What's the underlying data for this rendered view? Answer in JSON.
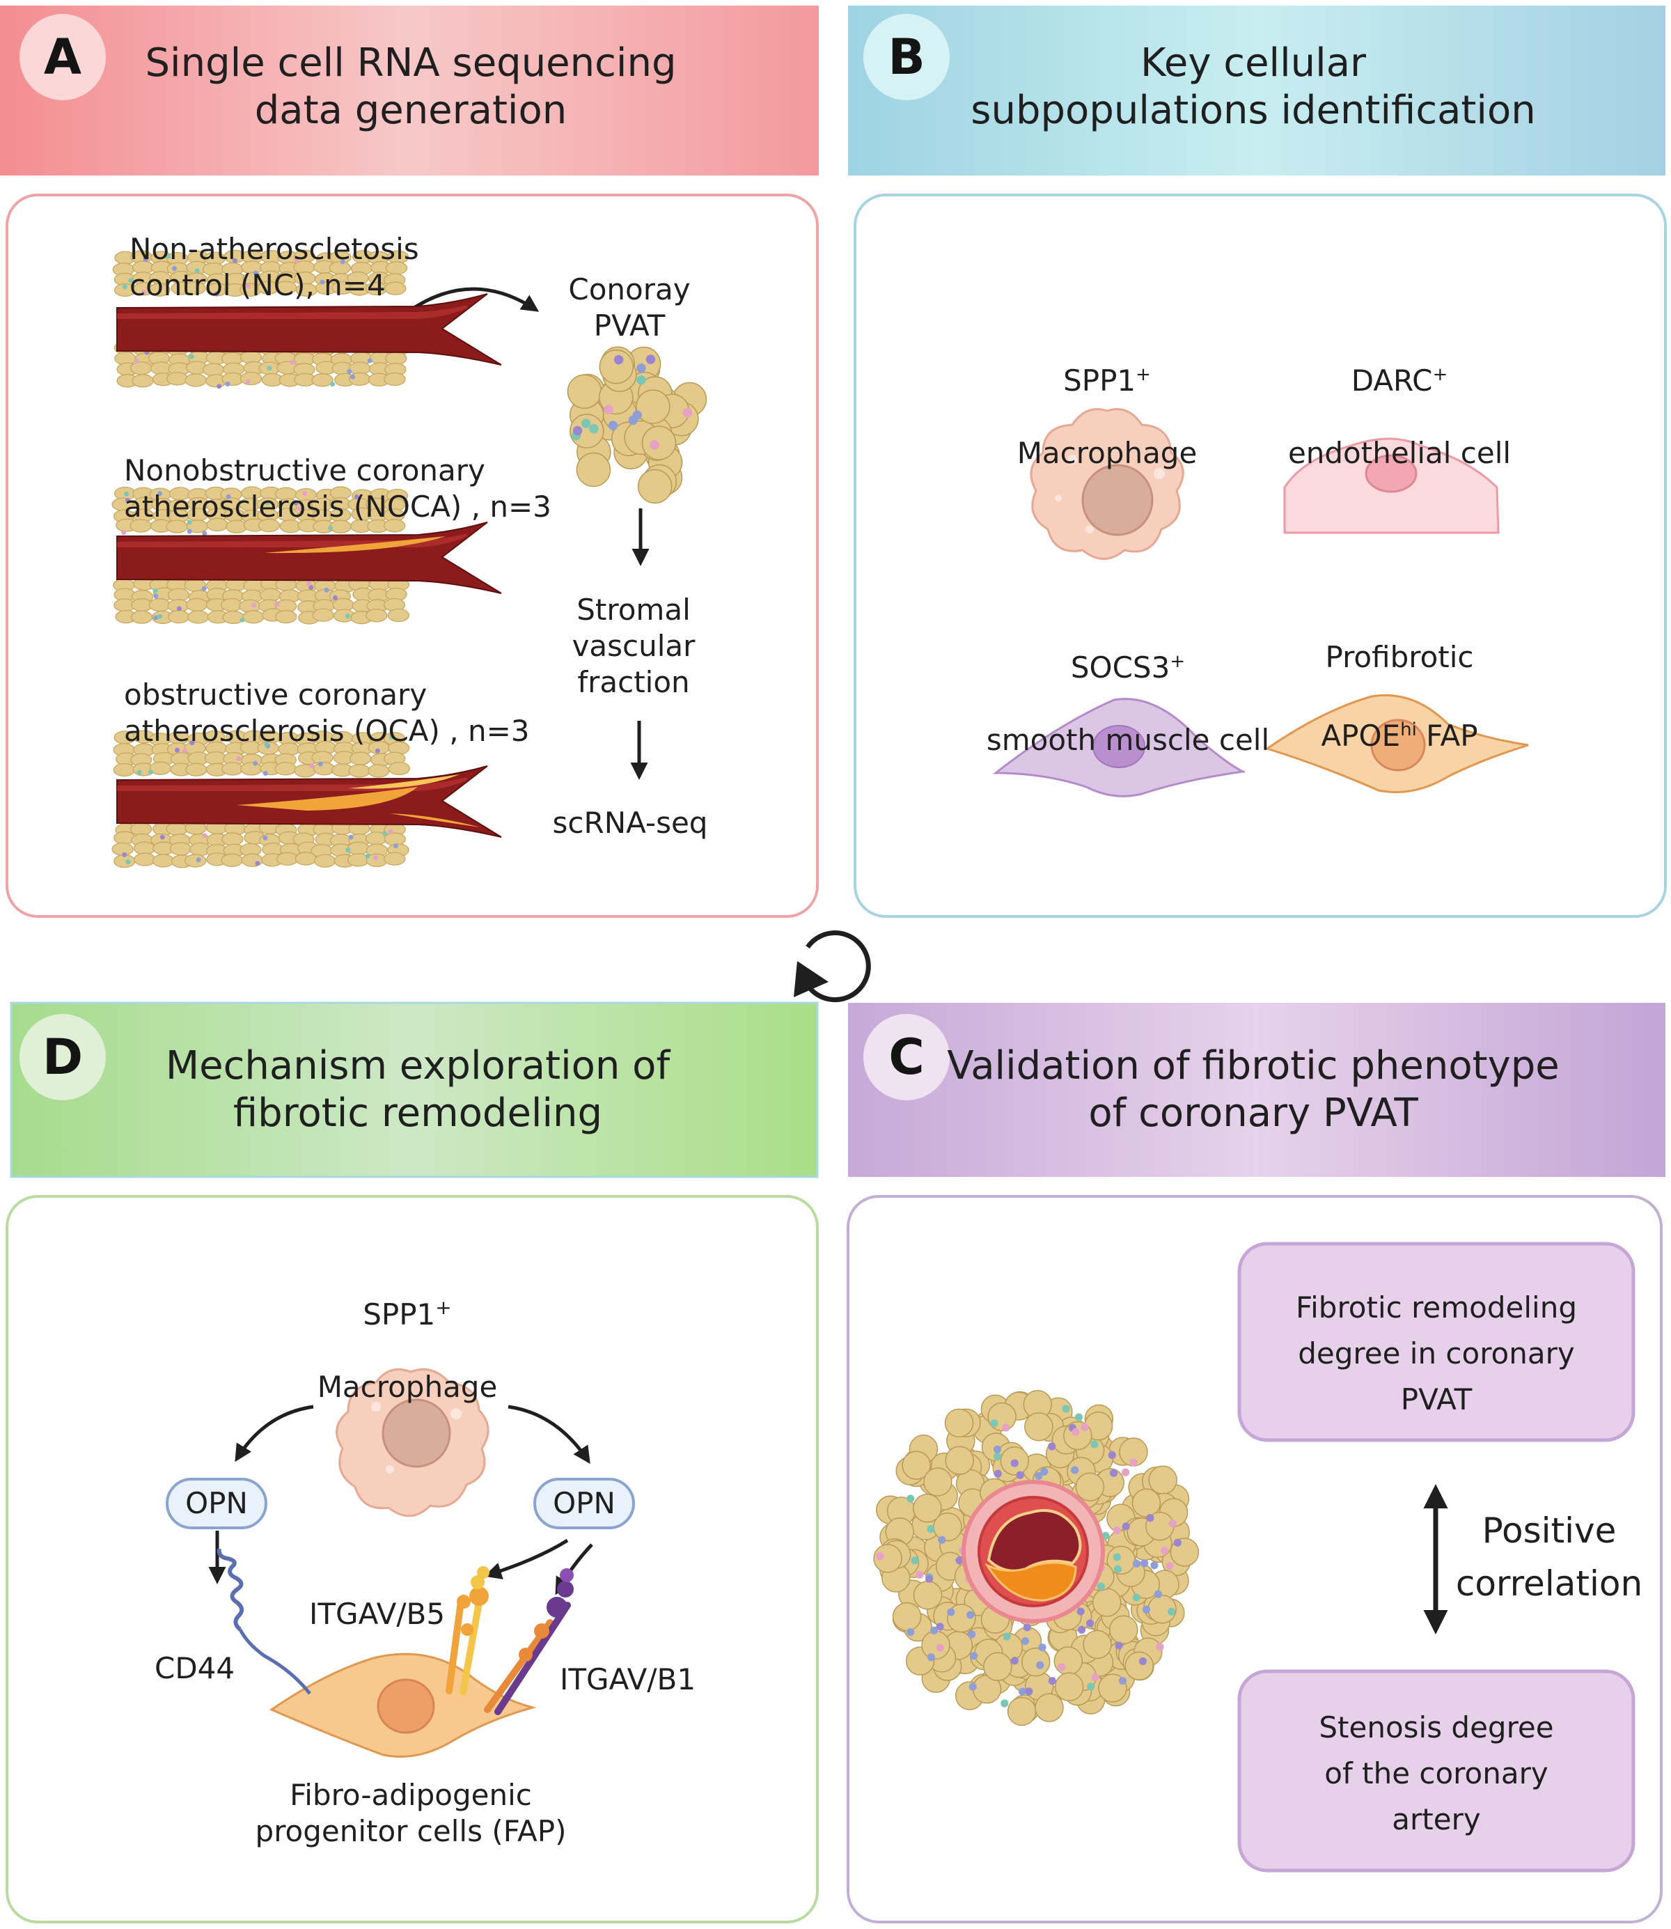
{
  "panelA": {
    "letter": "A",
    "title": "Single cell RNA sequencing\ndata generation",
    "nc": "Non-atheroscletosis\ncontrol (NC), n=4",
    "noca": "Nonobstructive coronary\natherosclerosis (NOCA) , n=3",
    "oca": "obstructive coronary\natherosclerosis (OCA) , n=3",
    "pvat": "Conoray\nPVAT",
    "svf": "Stromal\nvascular\nfraction",
    "seq": "scRNA-seq"
  },
  "panelB": {
    "letter": "B",
    "title": "Key cellular\nsubpopulations identification",
    "spp1_name": "SPP1",
    "spp1_sup": "+",
    "spp1_type": "Macrophage",
    "darc_name": "DARC",
    "darc_sup": "+",
    "darc_type": "endothelial cell",
    "socs3_name": "SOCS3",
    "socs3_sup": "+",
    "socs3_type": "smooth muscle cell",
    "fap_line1": "Profibrotic",
    "fap_gene": "APOE",
    "fap_sup": "hi",
    "fap_tail": " FAP"
  },
  "panelC": {
    "letter": "C",
    "title": "Validation of fibrotic phenotype\nof coronary PVAT",
    "top_box": "Fibrotic remodeling\ndegree in coronary\nPVAT",
    "bottom_box": "Stenosis degree\nof the coronary\nartery",
    "relation": "Positive\ncorrelation"
  },
  "panelD": {
    "letter": "D",
    "title": "Mechanism exploration of\nfibrotic remodeling",
    "mac_name": "SPP1",
    "mac_sup": "+",
    "mac_type": "Macrophage",
    "opn_left": "OPN",
    "opn_right": "OPN",
    "cd44": "CD44",
    "itgav_b5": "ITGAV/B5",
    "itgav_b1": "ITGAV/B1",
    "fap": "Fibro-adipogenic\nprogenitor cells (FAP)"
  },
  "colors": {
    "header_a": "#f49a9d",
    "header_b": "#a6dbe6",
    "header_c": "#c9aed9",
    "header_d": "#a9dc8e",
    "border_a": "#efa3a6",
    "border_b": "#a8d3e3",
    "border_c": "#c3afd6",
    "border_d": "#b8dca0",
    "fat_cell": "#e3c98a",
    "artery": "#8c1c1c",
    "plaque": "#f0a43a",
    "macrophage": "#f7cfbd",
    "fap": "#f5c894"
  }
}
